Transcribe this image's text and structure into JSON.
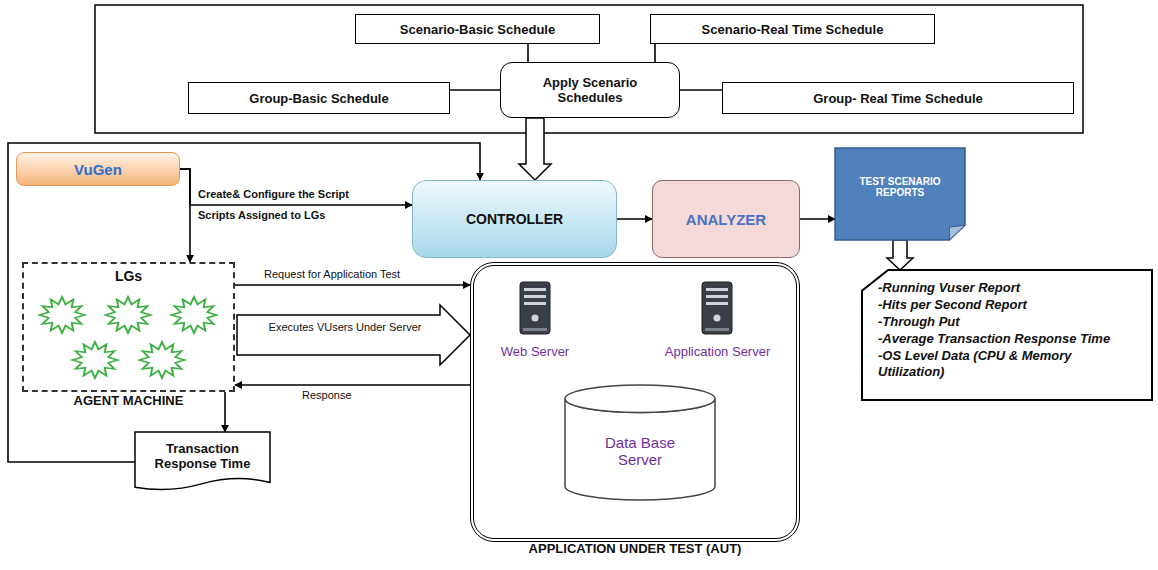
{
  "diagram": {
    "nodes": [
      {
        "text": [
          "Scenario-Basic Schedule"
        ]
      },
      {
        "text": [
          "Scenario-Real Time Schedule"
        ]
      },
      {
        "text": [
          "Group-Basic Schedule"
        ]
      },
      {
        "text": [
          "Apply Scenario Schedules"
        ]
      },
      {
        "text": [
          "Group- Real Time Schedule"
        ]
      },
      {
        "text": [
          "VuGen"
        ]
      },
      {
        "text": [
          "CONTROLLER"
        ]
      },
      {
        "text": [
          "ANALYZER"
        ]
      },
      {
        "text": [
          "TEST SCENARIO REPORTS"
        ]
      },
      {
        "text": [
          "-Running Vuser Report",
          "-Hits per Second Report",
          "-Through Put",
          "-Average Transaction Response Time",
          "-OS Level Data (CPU & Memory Utilization)"
        ]
      },
      {
        "text": [
          "LGs",
          "AGENT MACHINE"
        ]
      },
      {
        "text": [
          "Transaction Response Time"
        ]
      },
      {
        "text": [
          "APPLICATION UNDER TEST (AUT)"
        ]
      },
      {
        "text": [
          "Web Server"
        ],
        "in": 12
      },
      {
        "text": [
          "Application Server"
        ],
        "in": 12
      },
      {
        "text": [
          "Data Base Server"
        ],
        "in": 12
      }
    ],
    "edges": [
      {
        "from": 0,
        "to": 3,
        "arrow": "none"
      },
      {
        "from": 1,
        "to": 3,
        "arrow": "none"
      },
      {
        "from": 2,
        "to": 3,
        "arrow": "none"
      },
      {
        "from": 4,
        "to": 3,
        "arrow": "none"
      },
      {
        "from": 3,
        "to": 6,
        "arrow": "to"
      },
      {
        "from": 5,
        "to": 6,
        "label": "Create& Configure the Script",
        "arrow": "to"
      },
      {
        "from": 5,
        "to": 10,
        "label": "Scripts Assigned to LGs",
        "arrow": "to"
      },
      {
        "from": 6,
        "to": 7,
        "arrow": "to"
      },
      {
        "from": 7,
        "to": 8,
        "arrow": "to"
      },
      {
        "from": 8,
        "to": 9,
        "arrow": "to"
      },
      {
        "from": 10,
        "to": 12,
        "label": "Request for Application Test",
        "arrow": "to"
      },
      {
        "from": 10,
        "to": 12,
        "label": "Executes VUsers Under Server",
        "arrow": "to"
      },
      {
        "from": 12,
        "to": 10,
        "label": "Response",
        "arrow": "to"
      },
      {
        "from": 10,
        "to": 11,
        "arrow": "to"
      },
      {
        "from": 11,
        "to": 6,
        "arrow": "to"
      }
    ]
  }
}
